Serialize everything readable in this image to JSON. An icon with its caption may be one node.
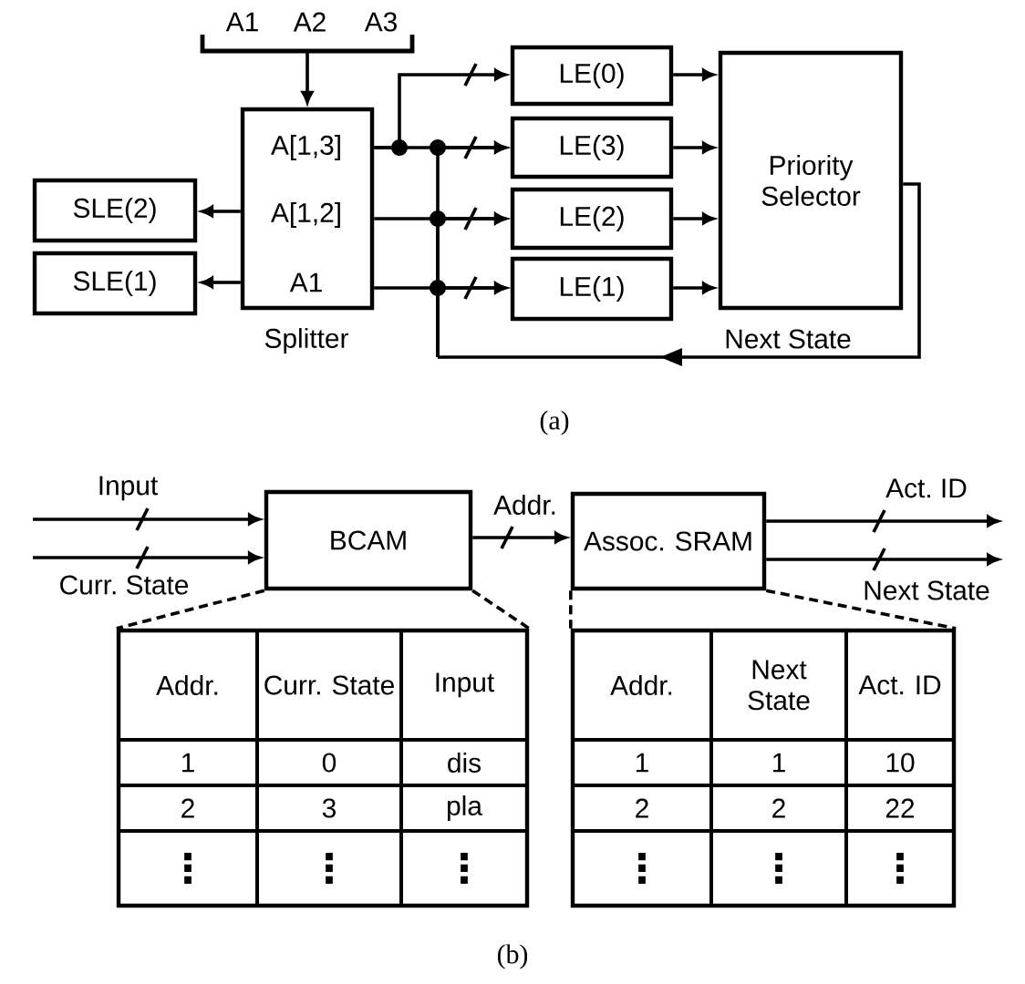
{
  "diagram": {
    "nodes": [
      {
        "text": [
          "A1",
          "A2",
          "A3"
        ]
      },
      {
        "text": [
          "A[1,3]",
          "A[1,2]",
          "A1"
        ],
        "beside": [
          "Splitter"
        ]
      },
      {
        "text": [
          "SLE(2)"
        ]
      },
      {
        "text": [
          "SLE(1)"
        ]
      },
      {
        "text": [
          "LE(0)"
        ]
      },
      {
        "text": [
          "LE(3)"
        ]
      },
      {
        "text": [
          "LE(2)"
        ]
      },
      {
        "text": [
          "LE(1)"
        ]
      },
      {
        "text": [
          "Priority Selector"
        ]
      },
      {
        "text": [
          "BCAM"
        ]
      },
      {
        "text": [
          "Assoc. SRAM"
        ]
      },
      {
        "text": [],
        "shape": "box"
      },
      {
        "text": [],
        "shape": "box"
      }
    ],
    "edges": [
      {
        "from": 0,
        "to": 1,
        "arrow": "to"
      },
      {
        "from": 1,
        "to": 2,
        "arrow": "to"
      },
      {
        "from": 1,
        "to": 3,
        "arrow": "to"
      },
      {
        "from": 1,
        "to": 4,
        "arrow": "to"
      },
      {
        "from": 1,
        "to": 5,
        "arrow": "to"
      },
      {
        "from": 1,
        "to": 6,
        "arrow": "to"
      },
      {
        "from": 1,
        "to": 7,
        "arrow": "to"
      },
      {
        "from": 4,
        "to": 8,
        "arrow": "to"
      },
      {
        "from": 5,
        "to": 8,
        "arrow": "to"
      },
      {
        "from": 6,
        "to": 8,
        "arrow": "to"
      },
      {
        "from": 7,
        "to": 8,
        "arrow": "to"
      },
      {
        "from": 8,
        "to": 5,
        "arrow": "to",
        "label": "Next State"
      },
      {
        "from": 8,
        "to": 6,
        "arrow": "to"
      },
      {
        "from": 8,
        "to": 7,
        "arrow": "to"
      },
      {
        "from": null,
        "to": 9,
        "arrow": "to",
        "label": "Input"
      },
      {
        "from": null,
        "to": 9,
        "arrow": "to",
        "label": "Curr. State"
      },
      {
        "from": 9,
        "to": 10,
        "arrow": "to",
        "label": "Addr."
      },
      {
        "from": 10,
        "to": null,
        "arrow": "to",
        "label": "Act. ID"
      },
      {
        "from": 10,
        "to": null,
        "arrow": "to",
        "label": "Next State"
      },
      {
        "from": 9,
        "to": 11,
        "arrow": "none",
        "style": "dashed"
      },
      {
        "from": 9,
        "to": 11,
        "arrow": "none",
        "style": "dashed"
      },
      {
        "from": 10,
        "to": 12,
        "arrow": "none",
        "style": "dashed"
      },
      {
        "from": 10,
        "to": 12,
        "arrow": "none",
        "style": "dashed"
      }
    ],
    "labels": [
      "(a)",
      "Addr.",
      "Curr. State",
      "Input",
      "1",
      "0",
      "dis",
      "2",
      "3",
      "pla",
      "⋮",
      "⋮",
      "⋮",
      "Addr.",
      "Next State",
      "Act. ID",
      "1",
      "1",
      "10",
      "2",
      "2",
      "22",
      "⋮",
      "⋮",
      "⋮",
      "(b)"
    ]
  }
}
